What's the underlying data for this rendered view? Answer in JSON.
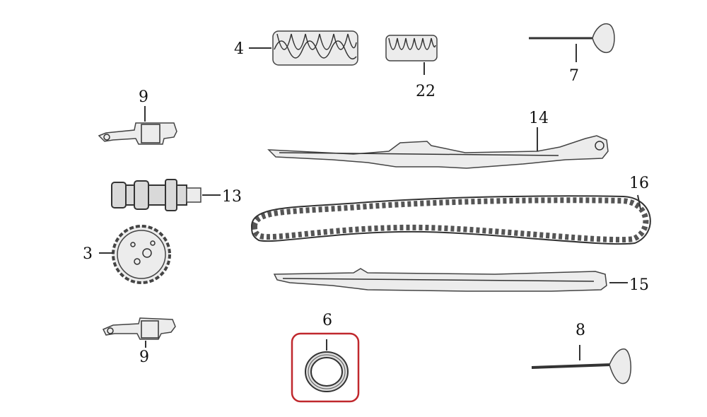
{
  "diagram": {
    "parts": [
      {
        "id": "valve-spring-outer",
        "label": "4"
      },
      {
        "id": "valve-spring-inner",
        "label": "22"
      },
      {
        "id": "valve-intake",
        "label": "7"
      },
      {
        "id": "rocker-arm-upper",
        "label": "9"
      },
      {
        "id": "cam-chain-guide",
        "label": "14"
      },
      {
        "id": "camshaft",
        "label": "13"
      },
      {
        "id": "cam-chain",
        "label": "16"
      },
      {
        "id": "cam-sprocket",
        "label": "3"
      },
      {
        "id": "chain-tensioner-guide",
        "label": "15"
      },
      {
        "id": "oil-seal-ring",
        "label": "6"
      },
      {
        "id": "valve-exhaust",
        "label": "8"
      },
      {
        "id": "rocker-arm-lower",
        "label": "9"
      }
    ],
    "highlight_color": "#c0282d"
  }
}
